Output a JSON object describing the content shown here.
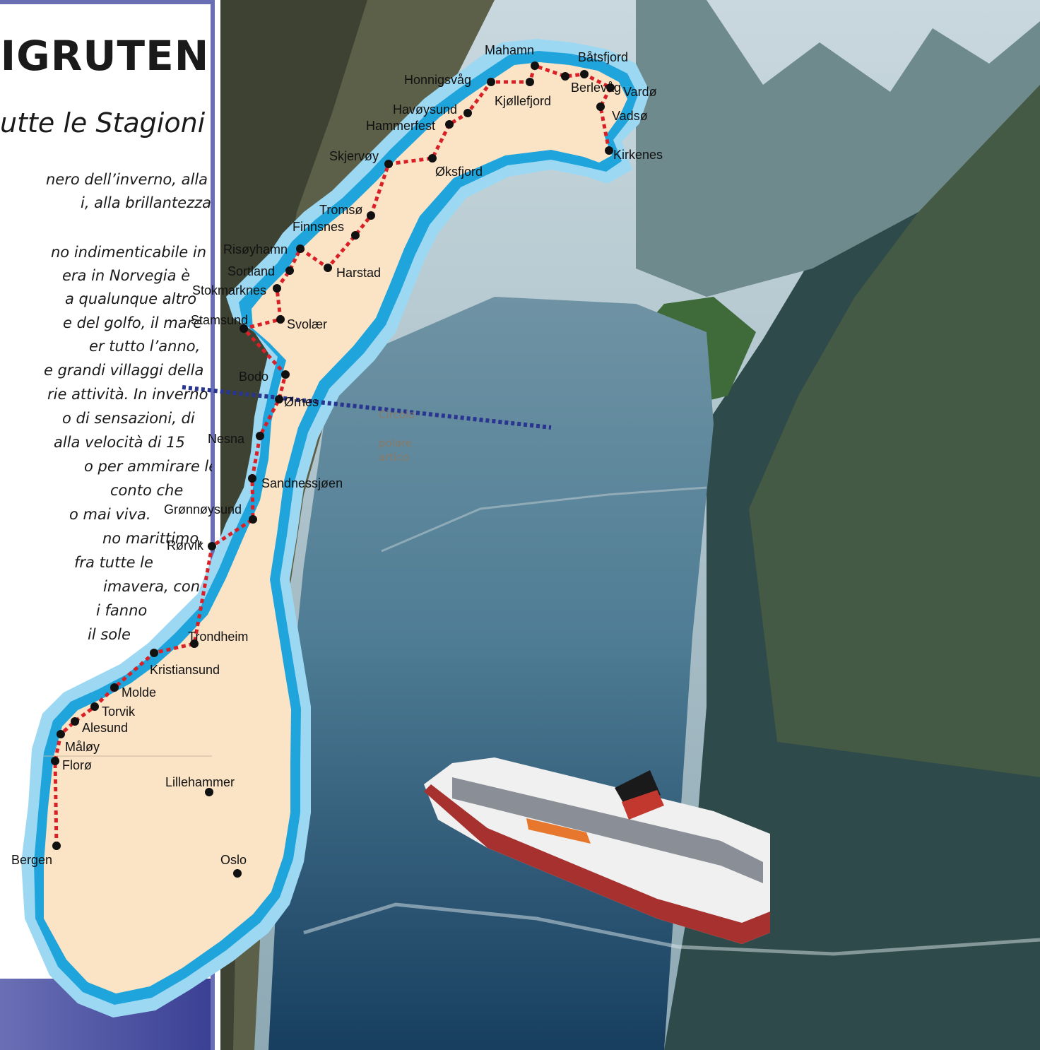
{
  "panel": {
    "title": "TIGRUTEN",
    "subtitle": "utte le Stagioni",
    "lines": [
      "nero dell’inverno, alla",
      "i, alla brillantezza",
      "",
      "no indimenticabile in",
      "era in Norvegia è",
      "a qualunque altro",
      "e del golfo, il mare",
      "er tutto l’anno,",
      "e grandi villaggi della",
      "rie attività. In inverno",
      "o di sensazioni, di",
      "alla velocità di 15",
      "o per ammirare le",
      " conto che",
      "o mai viva.",
      "no marittimo,",
      "fra tutte le",
      "imavera, con",
      "i fanno",
      " il sole"
    ]
  },
  "map": {
    "route_color": "#d92027",
    "arctic_line_color": "#2a3590",
    "land_color": "#fbe3c6",
    "sea_dark": "#1fa4dc",
    "sea_light": "#9dd8f3",
    "arctic_circle_label": [
      "Circolo",
      "polare",
      "artico"
    ],
    "stops": [
      {
        "name": "Mahamn"
      },
      {
        "name": "Båtsfjord"
      },
      {
        "name": "Honnigsvåg"
      },
      {
        "name": "Berlevåg"
      },
      {
        "name": "Vardø"
      },
      {
        "name": "Kjøllefjord"
      },
      {
        "name": "Havøysund"
      },
      {
        "name": "Vadsø"
      },
      {
        "name": "Hammerfest"
      },
      {
        "name": "Kirkenes"
      },
      {
        "name": "Skjervøy"
      },
      {
        "name": "Øksfjord"
      },
      {
        "name": "Tromsø"
      },
      {
        "name": "Finnsnes"
      },
      {
        "name": "Risøyhamn"
      },
      {
        "name": "Sortland"
      },
      {
        "name": "Harstad"
      },
      {
        "name": "Stokmarknes"
      },
      {
        "name": "Stamsund"
      },
      {
        "name": "Svolær"
      },
      {
        "name": "Bodo"
      },
      {
        "name": "Ørnes"
      },
      {
        "name": "Nesna"
      },
      {
        "name": "Sandnessjøen"
      },
      {
        "name": "Grønnøysund"
      },
      {
        "name": "Rørvik"
      },
      {
        "name": "Trondheim"
      },
      {
        "name": "Kristiansund"
      },
      {
        "name": "Molde"
      },
      {
        "name": "Torvik"
      },
      {
        "name": "Alesund"
      },
      {
        "name": "Måløy"
      },
      {
        "name": "Florø"
      },
      {
        "name": "Lillehammer"
      },
      {
        "name": "Bergen"
      },
      {
        "name": "Oslo"
      }
    ]
  }
}
